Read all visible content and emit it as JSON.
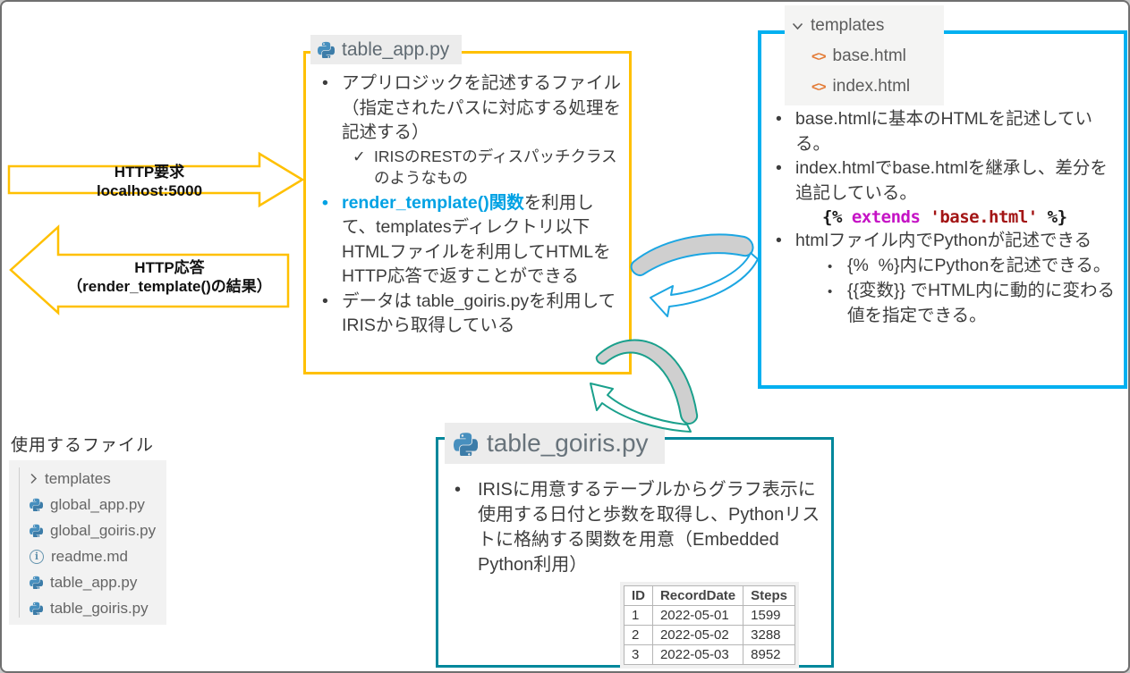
{
  "arrows": {
    "request": {
      "line1": "HTTP要求",
      "line2": "localhost:5000"
    },
    "response": {
      "line1": "HTTP応答",
      "line2": "（render_template()の結果）"
    }
  },
  "app_box": {
    "title": "table_app.py",
    "bullet1": "アプリロジックを記述するファイル（指定されたパスに対応する処理を記述する）",
    "bullet1_check": "IRISのRESTのディスパッチクラスのようなもの",
    "bullet2_highlight": "render_template()関数",
    "bullet2_rest": "を利用して、templatesディレクトリ以下HTMLファイルを利用してHTMLをHTTP応答で返すことができる",
    "bullet3": "データは table_goiris.pyを利用してIRISから取得している"
  },
  "templates_box": {
    "tree_root": "templates",
    "tree_files": [
      "base.html",
      "index.html"
    ],
    "bullet1": "base.htmlに基本のHTMLを記述している。",
    "bullet2": "index.htmlでbase.htmlを継承し、差分を追記している。",
    "code": {
      "open": "{%",
      "keyword": "extends",
      "string": "'base.html'",
      "close": "%}"
    },
    "bullet3": "htmlファイル内でPythonが記述できる",
    "sub1": "{%  %}内にPythonを記述できる。",
    "sub2": "{{変数}} でHTML内に動的に変わる値を指定できる。"
  },
  "goiris_box": {
    "title": "table_goiris.py",
    "bullet1": "IRISに用意するテーブルからグラフ表示に使用する日付と歩数を取得し、Pythonリストに格納する関数を用意（Embedded Python利用）",
    "table": {
      "headers": [
        "ID",
        "RecordDate",
        "Steps"
      ],
      "rows": [
        [
          "1",
          "2022-05-01",
          "1599"
        ],
        [
          "2",
          "2022-05-02",
          "3288"
        ],
        [
          "3",
          "2022-05-03",
          "8952"
        ]
      ]
    }
  },
  "files_panel": {
    "label": "使用するファイル",
    "items": [
      {
        "icon": "chevron-right",
        "name": "templates"
      },
      {
        "icon": "python",
        "name": "global_app.py"
      },
      {
        "icon": "python",
        "name": "global_goiris.py"
      },
      {
        "icon": "info",
        "name": "readme.md"
      },
      {
        "icon": "python",
        "name": "table_app.py"
      },
      {
        "icon": "python",
        "name": "table_goiris.py"
      }
    ]
  },
  "icons": {
    "bullet": "•",
    "check": "✓",
    "html": "<>",
    "info_letter": "i"
  },
  "colors": {
    "yellow": "#FFC000",
    "blue_box": "#00B0F0",
    "teal_box": "#00879B",
    "teal_arrow": "#1AA08C",
    "blue_arrow": "#1CA6E2",
    "highlight_blue": "#00A2E4",
    "code_keyword": "#C513C5",
    "code_string": "#A31515"
  }
}
